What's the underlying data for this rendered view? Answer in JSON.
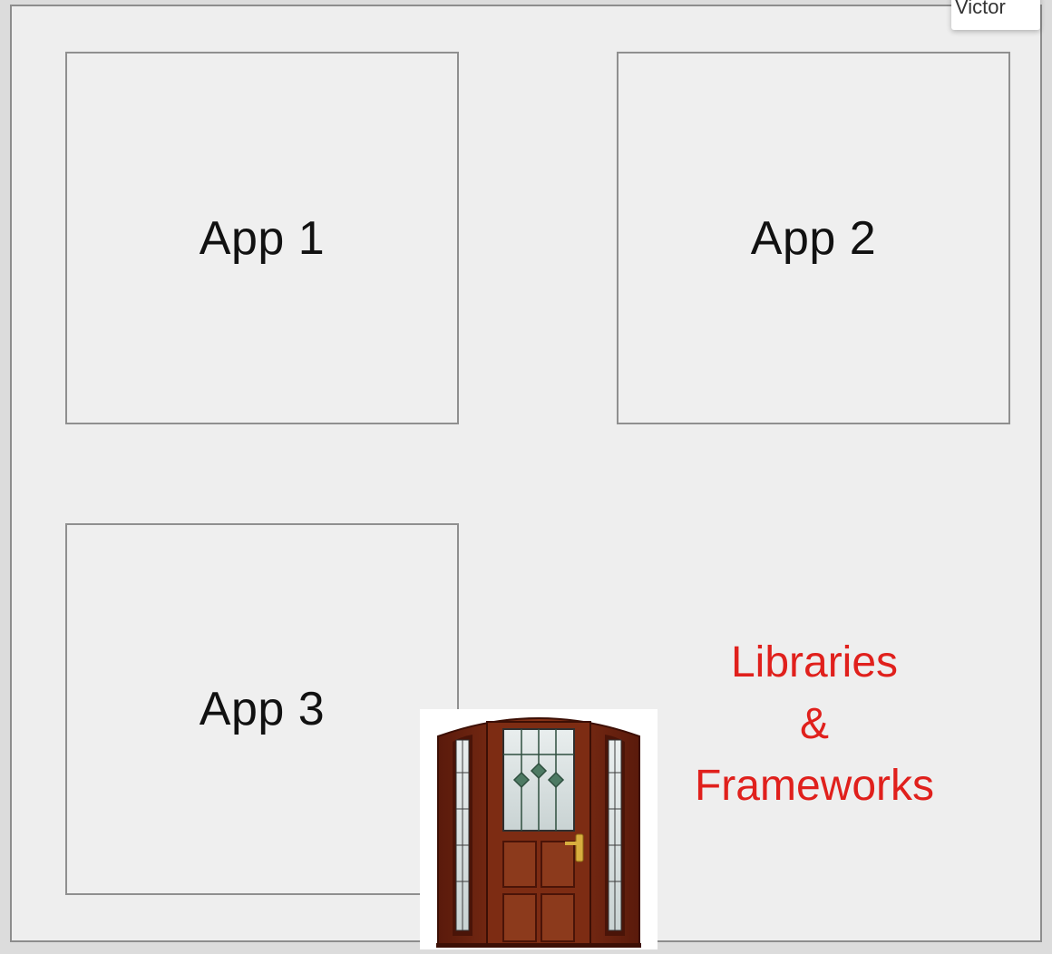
{
  "diagram": {
    "boxes": [
      {
        "label": "App 1"
      },
      {
        "label": "App 2"
      },
      {
        "label": "App 3"
      }
    ],
    "libraries_label": [
      "Libraries",
      "&",
      "Frameworks"
    ],
    "corner_text": "Victor",
    "door_icon": "door-icon",
    "colors": {
      "background": "#eeeeee",
      "box_border": "#8f8f8f",
      "libraries_text": "#e0201c",
      "door_wood": "#7a2a14"
    }
  }
}
